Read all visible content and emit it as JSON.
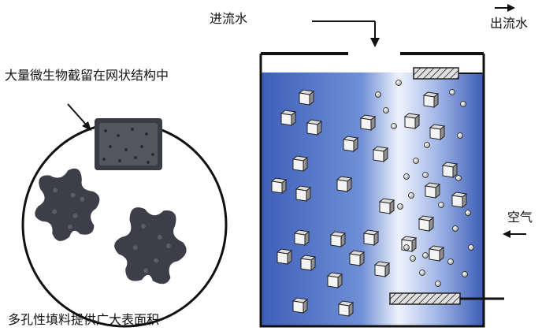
{
  "labels": {
    "inflow": "进流水",
    "outflow": "出流水",
    "micro": "大量微生物截留在网状结构中",
    "media": "多孔性填料提供广大表面积",
    "air": "空气"
  },
  "colors": {
    "tank_edge": "#e8eef8",
    "tank_center": "#4a6fc8",
    "line": "#111111",
    "media": "#3c3f4a",
    "cube_face": "#f2f2f2",
    "cube_shade": "#8f8f8f"
  }
}
